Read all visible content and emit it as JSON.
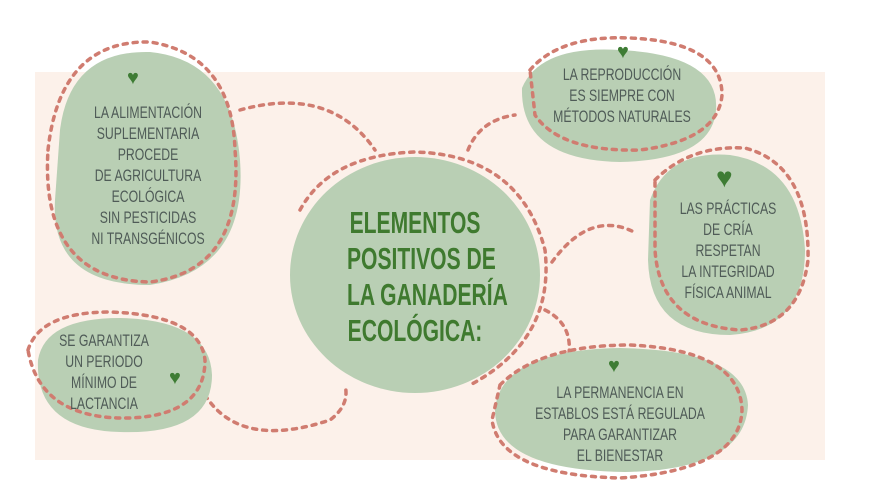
{
  "title": [
    "ELEMENTOS",
    "POSITIVOS DE",
    "LA GANADERÍA",
    "ECOLÓGICA:"
  ],
  "items": [
    {
      "lines": [
        "LA ALIMENTACIÓN",
        "SUPLEMENTARIA",
        "PROCEDE",
        "DE AGRICULTURA",
        "ECOLÓGICA",
        "SIN PESTICIDAS",
        "NI TRANSGÉNICOS"
      ],
      "icon": "heart-icon"
    },
    {
      "lines": [
        "LA REPRODUCCIÓN",
        "ES SIEMPRE CON",
        "MÉTODOS NATURALES"
      ],
      "icon": "heart-icon"
    },
    {
      "lines": [
        "LAS PRÁCTICAS",
        "DE CRÍA",
        "RESPETAN",
        "LA INTEGRIDAD",
        "FÍSICA ANIMAL"
      ],
      "icon": "heart-icon"
    },
    {
      "lines": [
        "SE GARANTIZA",
        "UN PERIODO",
        "MÍNIMO DE",
        "LACTANCIA"
      ],
      "icon": "heart-icon"
    },
    {
      "lines": [
        "LA PERMANENCIA EN",
        "ESTABLOS ESTÁ REGULADA",
        "PARA GARANTIZAR",
        "EL BIENESTAR"
      ],
      "icon": "heart-icon"
    }
  ],
  "colors": {
    "panel": "#fcf1ea",
    "blob": "#b9cfb4",
    "dots": "#d07c70",
    "title": "#3f7a2f",
    "text": "#4f5b57"
  }
}
